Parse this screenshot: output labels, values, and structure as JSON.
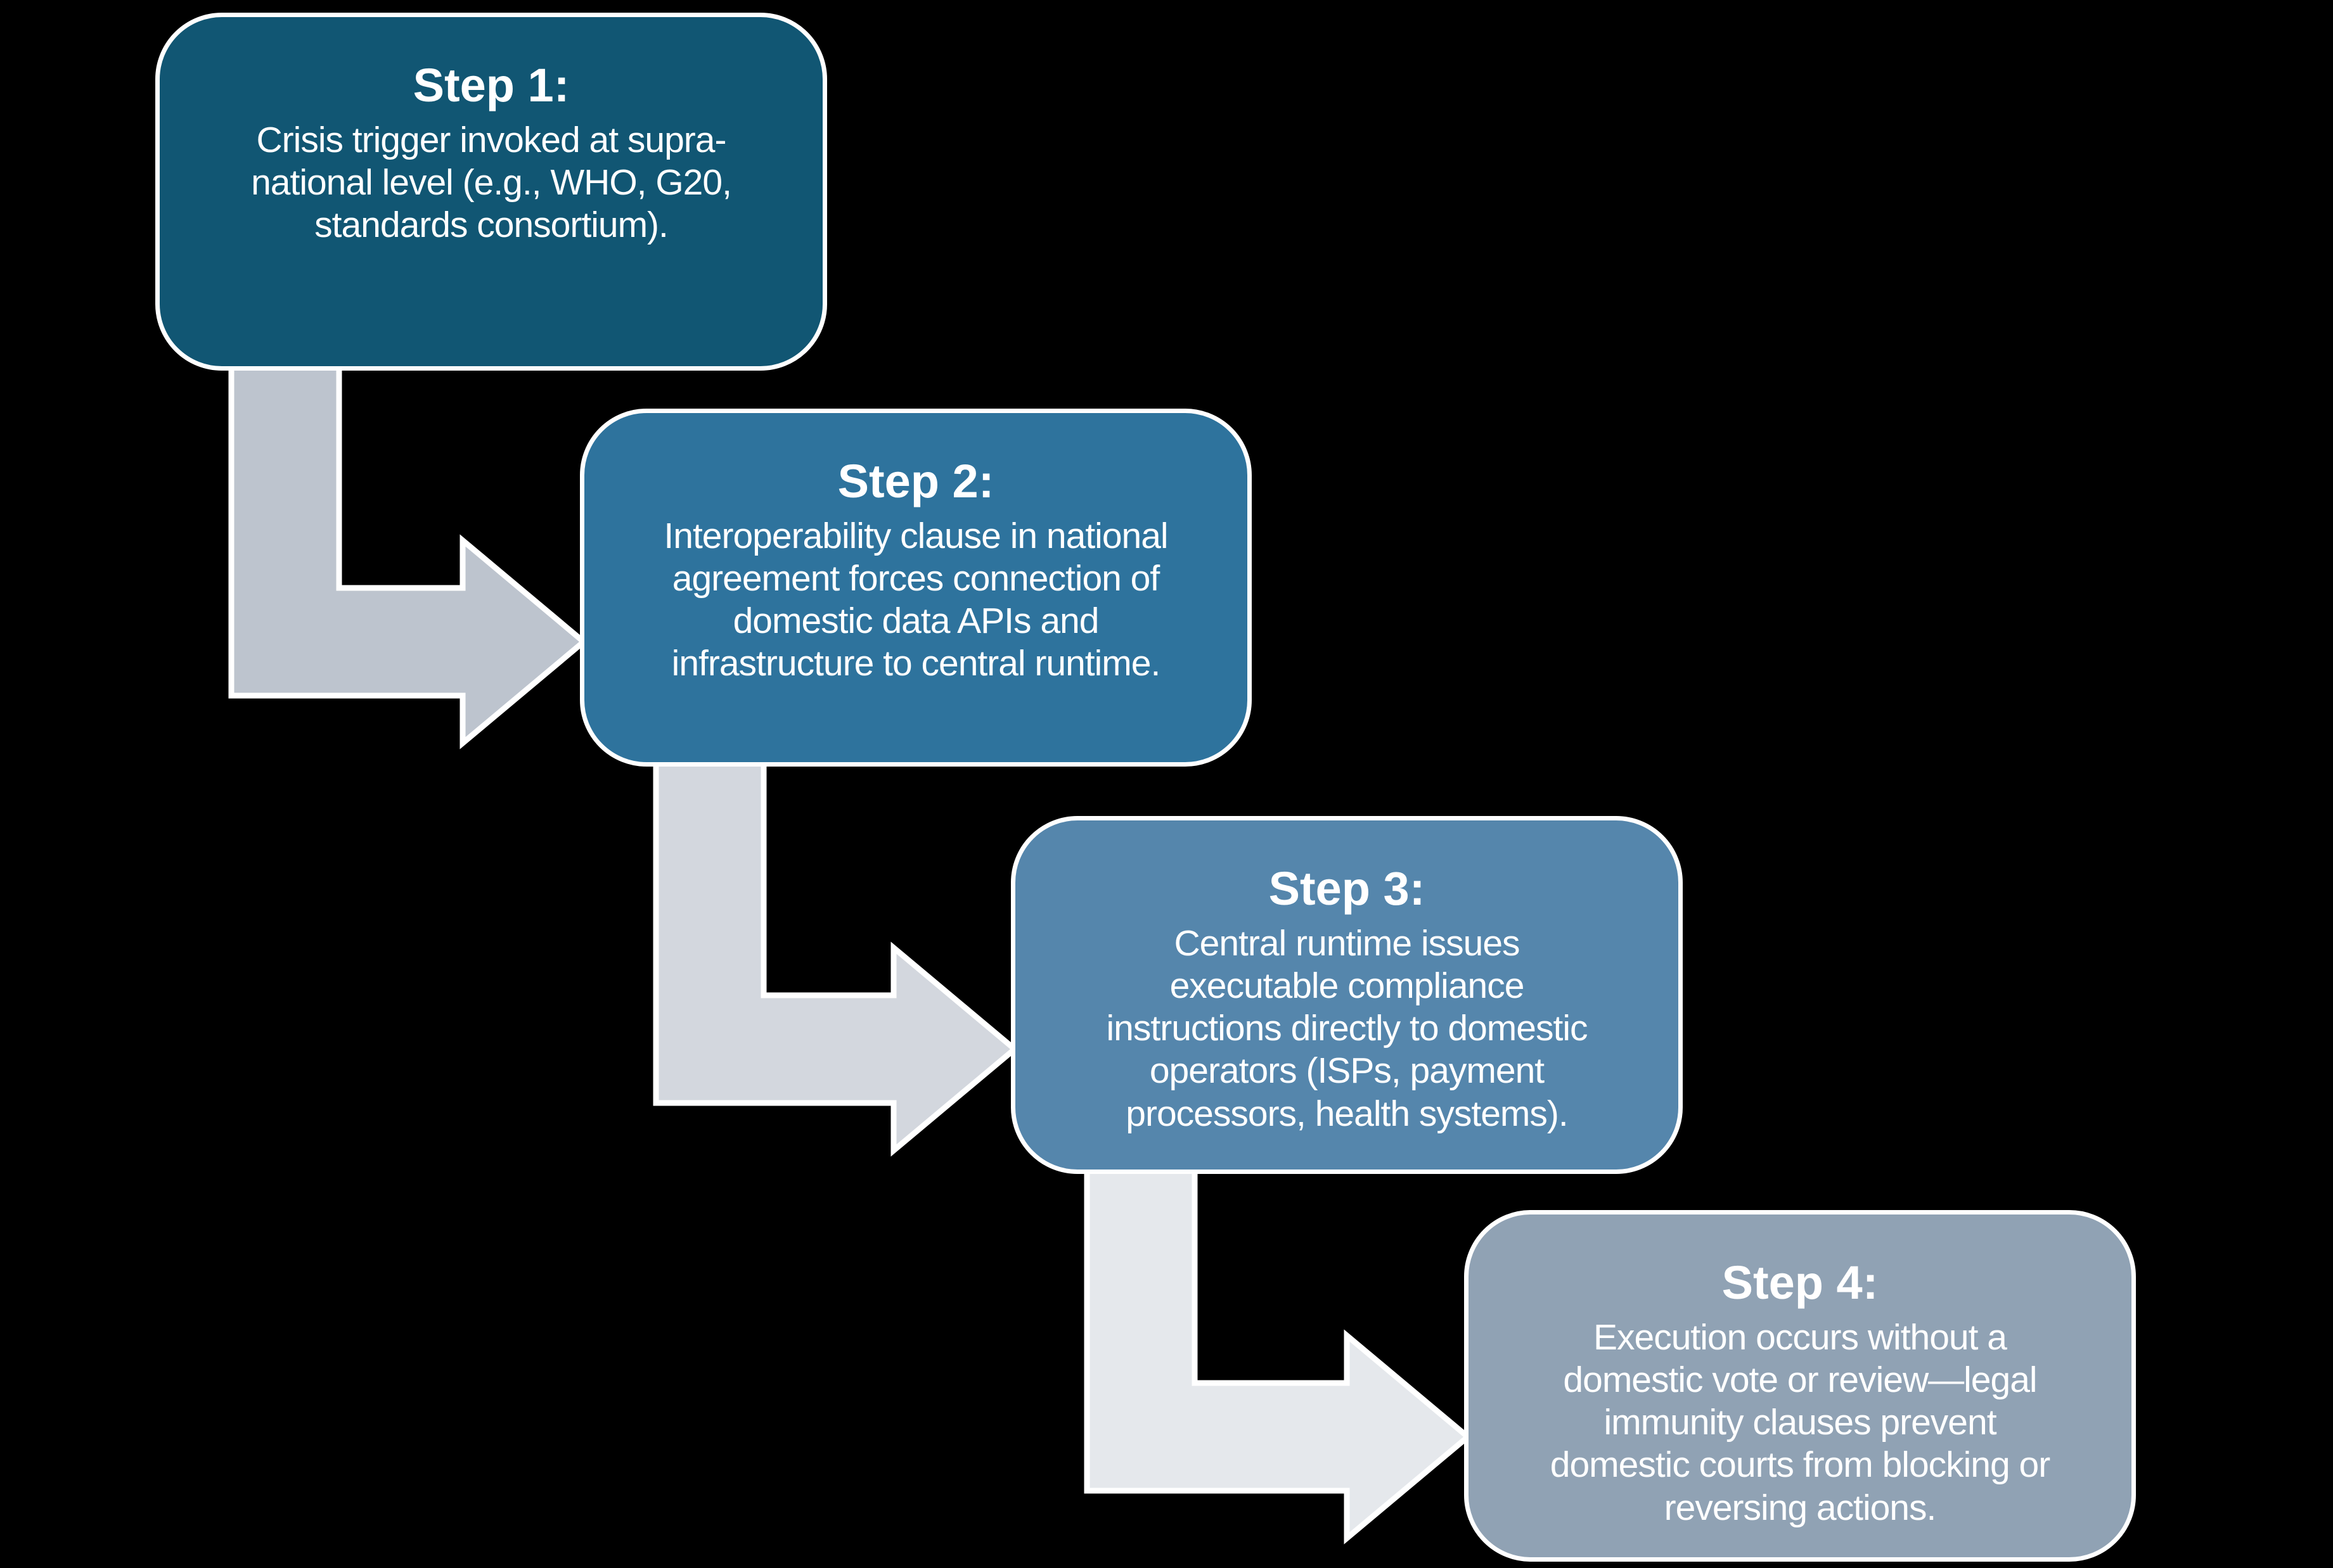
{
  "diagram": {
    "background_color": "#000000",
    "text_color": "#FFFFFF",
    "border_color": "#FFFFFF",
    "steps": [
      {
        "title": "Step 1:",
        "lines": [
          "Crisis trigger invoked at supra-",
          "national level (e.g., WHO, G20,",
          "standards consortium)."
        ],
        "fill": "#115673"
      },
      {
        "title": "Step 2:",
        "lines": [
          "Interoperability clause in national",
          "agreement forces connection of",
          "domestic data APIs and",
          "infrastructure to central runtime."
        ],
        "fill": "#2E739D"
      },
      {
        "title": "Step 3:",
        "lines": [
          "Central runtime issues",
          "executable compliance",
          "instructions directly to domestic",
          "operators (ISPs, payment",
          "processors, health systems)."
        ],
        "fill": "#5586AC"
      },
      {
        "title": "Step 4:",
        "lines": [
          "Execution occurs without a",
          "domestic vote or review—legal",
          "immunity clauses prevent",
          "domestic courts from blocking or",
          "reversing actions."
        ],
        "fill": "#90A2B4"
      }
    ],
    "connectors": [
      {
        "name": "arrow-step1-to-step2",
        "fill": "#BDC4CE"
      },
      {
        "name": "arrow-step2-to-step3",
        "fill": "#D3D7DE"
      },
      {
        "name": "arrow-step3-to-step4",
        "fill": "#E5E8EC"
      }
    ]
  }
}
